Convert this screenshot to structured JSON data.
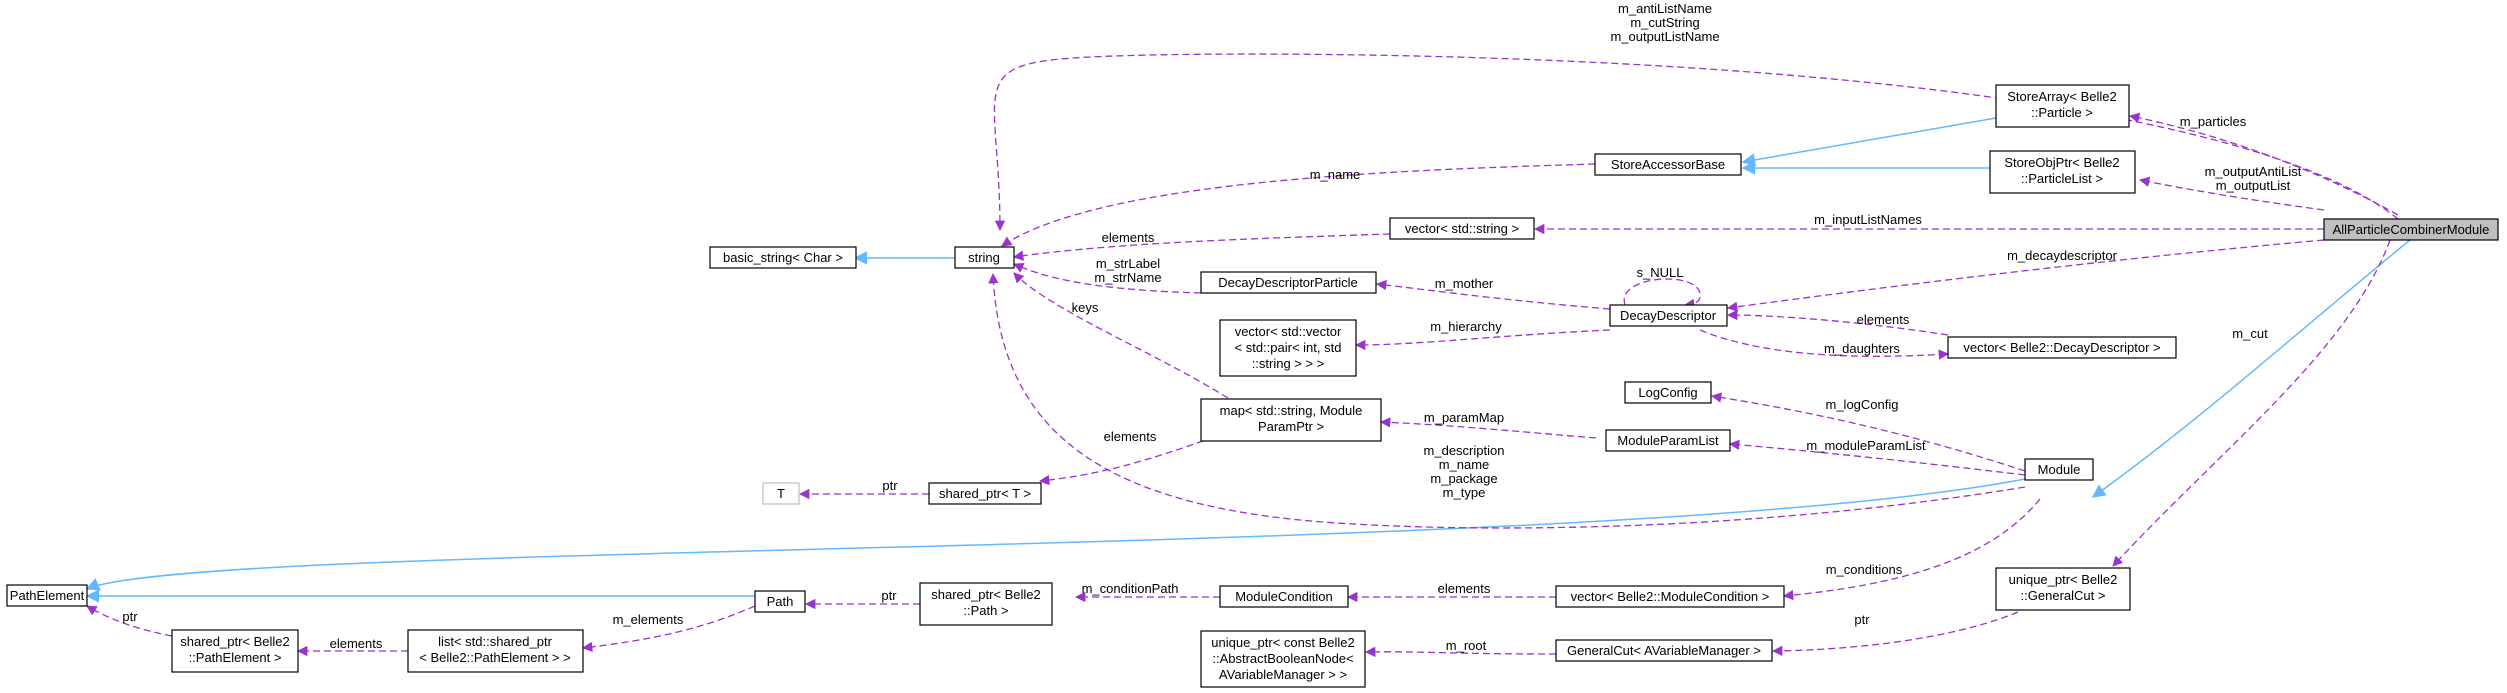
{
  "nodes": {
    "all_particle_combiner_module": "AllParticleCombinerModule",
    "store_array_l1": "StoreArray< Belle2",
    "store_array_l2": "::Particle >",
    "store_obj_ptr_l1": "StoreObjPtr< Belle2",
    "store_obj_ptr_l2": "::ParticleList >",
    "store_accessor_base": "StoreAccessorBase",
    "vector_string": "vector< std::string >",
    "basic_string": "basic_string< Char >",
    "string": "string",
    "decay_descriptor_particle": "DecayDescriptorParticle",
    "decay_descriptor": "DecayDescriptor",
    "vector_pair_l1": "vector< std::vector",
    "vector_pair_l2": "< std::pair< int, std",
    "vector_pair_l3": "::string > > >",
    "vector_decay_descriptor": "vector< Belle2::DecayDescriptor >",
    "log_config": "LogConfig",
    "map_l1": "map< std::string, Module",
    "map_l2": "ParamPtr >",
    "module_param_list": "ModuleParamList",
    "module": "Module",
    "t": "T",
    "shared_ptr_t": "shared_ptr< T >",
    "path_element": "PathElement",
    "path": "Path",
    "shared_ptr_path_l1": "shared_ptr< Belle2",
    "shared_ptr_path_l2": "::Path >",
    "module_condition": "ModuleCondition",
    "vector_module_condition": "vector< Belle2::ModuleCondition >",
    "unique_ptr_general_cut_l1": "unique_ptr< Belle2",
    "unique_ptr_general_cut_l2": "::GeneralCut >",
    "shared_ptr_path_element_l1": "shared_ptr< Belle2",
    "shared_ptr_path_element_l2": "::PathElement >",
    "list_shared_ptr_l1": "list< std::shared_ptr",
    "list_shared_ptr_l2": "< Belle2::PathElement > >",
    "unique_ptr_bool_l1": "unique_ptr< const Belle2",
    "unique_ptr_bool_l2": "::AbstractBooleanNode<",
    "unique_ptr_bool_l3": "AVariableManager > >",
    "general_cut": "GeneralCut< AVariableManager >"
  },
  "edge_labels": {
    "anti_list_1": "m_antiListName",
    "anti_list_2": "m_cutString",
    "anti_list_3": "m_outputListName",
    "m_particles": "m_particles",
    "m_name": "m_name",
    "m_output_anti_list": "m_outputAntiList",
    "m_output_list": "m_outputList",
    "m_input_list_names": "m_inputListNames",
    "elements_string": "elements",
    "m_decaydescriptor": "m_decaydescriptor",
    "m_str_label": "m_strLabel",
    "m_str_name": "m_strName",
    "s_null": "s_NULL",
    "m_mother": "m_mother",
    "keys": "keys",
    "elements_dd": "elements",
    "m_hierarchy": "m_hierarchy",
    "m_daughters": "m_daughters",
    "m_cut": "m_cut",
    "m_log_config": "m_logConfig",
    "elements_map": "elements",
    "m_param_map": "m_paramMap",
    "m_module_param_list": "m_moduleParamList",
    "m_description": "m_description",
    "m_name_module": "m_name",
    "m_package": "m_package",
    "m_type": "m_type",
    "ptr_t": "ptr",
    "m_conditions": "m_conditions",
    "ptr_path": "ptr",
    "m_condition_path": "m_conditionPath",
    "elements_mc": "elements",
    "ptr_path_element": "ptr",
    "m_elements": "m_elements",
    "elements_list": "elements",
    "ptr_general_cut": "ptr",
    "m_root": "m_root"
  },
  "colors": {
    "dependency_edge": "#9a32cd",
    "inheritance_edge": "#63b8ff",
    "highlighted_node": "#bfbfbf"
  }
}
